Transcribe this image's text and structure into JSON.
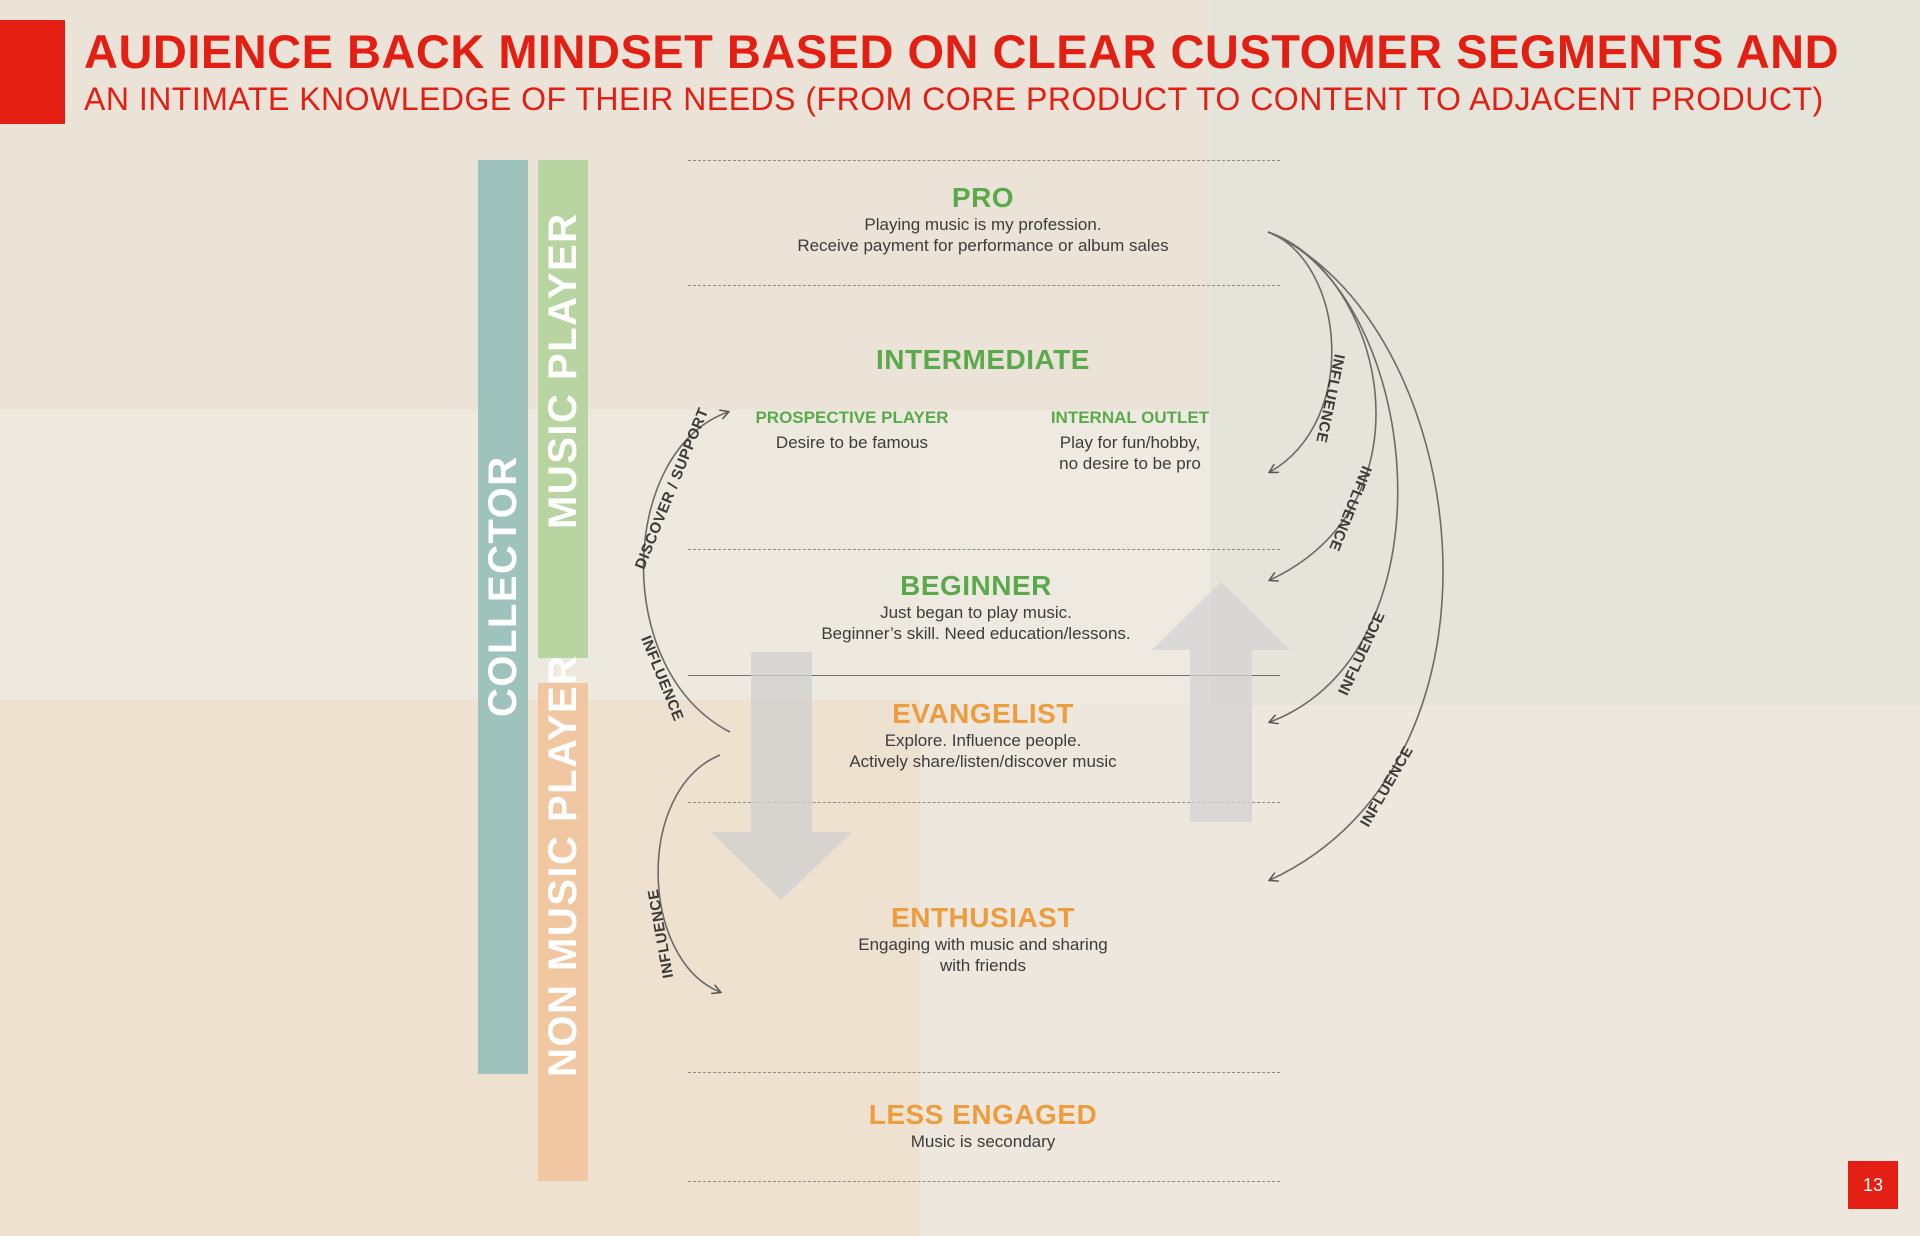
{
  "header": {
    "title": "AUDIENCE BACK MINDSET BASED ON CLEAR CUSTOMER SEGMENTS AND",
    "subtitle": "AN INTIMATE KNOWLEDGE OF THEIR NEEDS (FROM CORE PRODUCT TO CONTENT TO ADJACENT PRODUCT)"
  },
  "bars": {
    "collector": "COLLECTOR",
    "music_player": "MUSIC PLAYER",
    "non_music_player": "NON MUSIC PLAYER"
  },
  "segments": {
    "pro": {
      "title": "PRO",
      "line1": "Playing music is my profession.",
      "line2": "Receive payment for performance or album sales"
    },
    "intermediate": {
      "title": "INTERMEDIATE",
      "prospective": {
        "title": "PROSPECTIVE PLAYER",
        "line1": "Desire to be famous"
      },
      "internal": {
        "title": "INTERNAL OUTLET",
        "line1": "Play for fun/hobby,",
        "line2": "no desire to be pro"
      }
    },
    "beginner": {
      "title": "BEGINNER",
      "line1": "Just began to play music.",
      "line2": "Beginner’s skill. Need education/lessons."
    },
    "evangelist": {
      "title": "EVANGELIST",
      "line1": "Explore. Influence people.",
      "line2": "Actively share/listen/discover music"
    },
    "enthusiast": {
      "title": "ENTHUSIAST",
      "line1": "Engaging with music and sharing",
      "line2": "with friends"
    },
    "less_engaged": {
      "title": "LESS ENGAGED",
      "line1": "Music is secondary"
    }
  },
  "curve_labels": {
    "discover_support": "DISCOVER / SUPPORT",
    "influence": "INFLUENCE"
  },
  "colors": {
    "accent": "#e31e13",
    "green": "#5aaa4b",
    "orange": "#ee9d3e",
    "collector": "#9ec3bd",
    "music_player": "#b8d4a1",
    "non_music_player": "#f0c7a0"
  },
  "page_number": "13"
}
